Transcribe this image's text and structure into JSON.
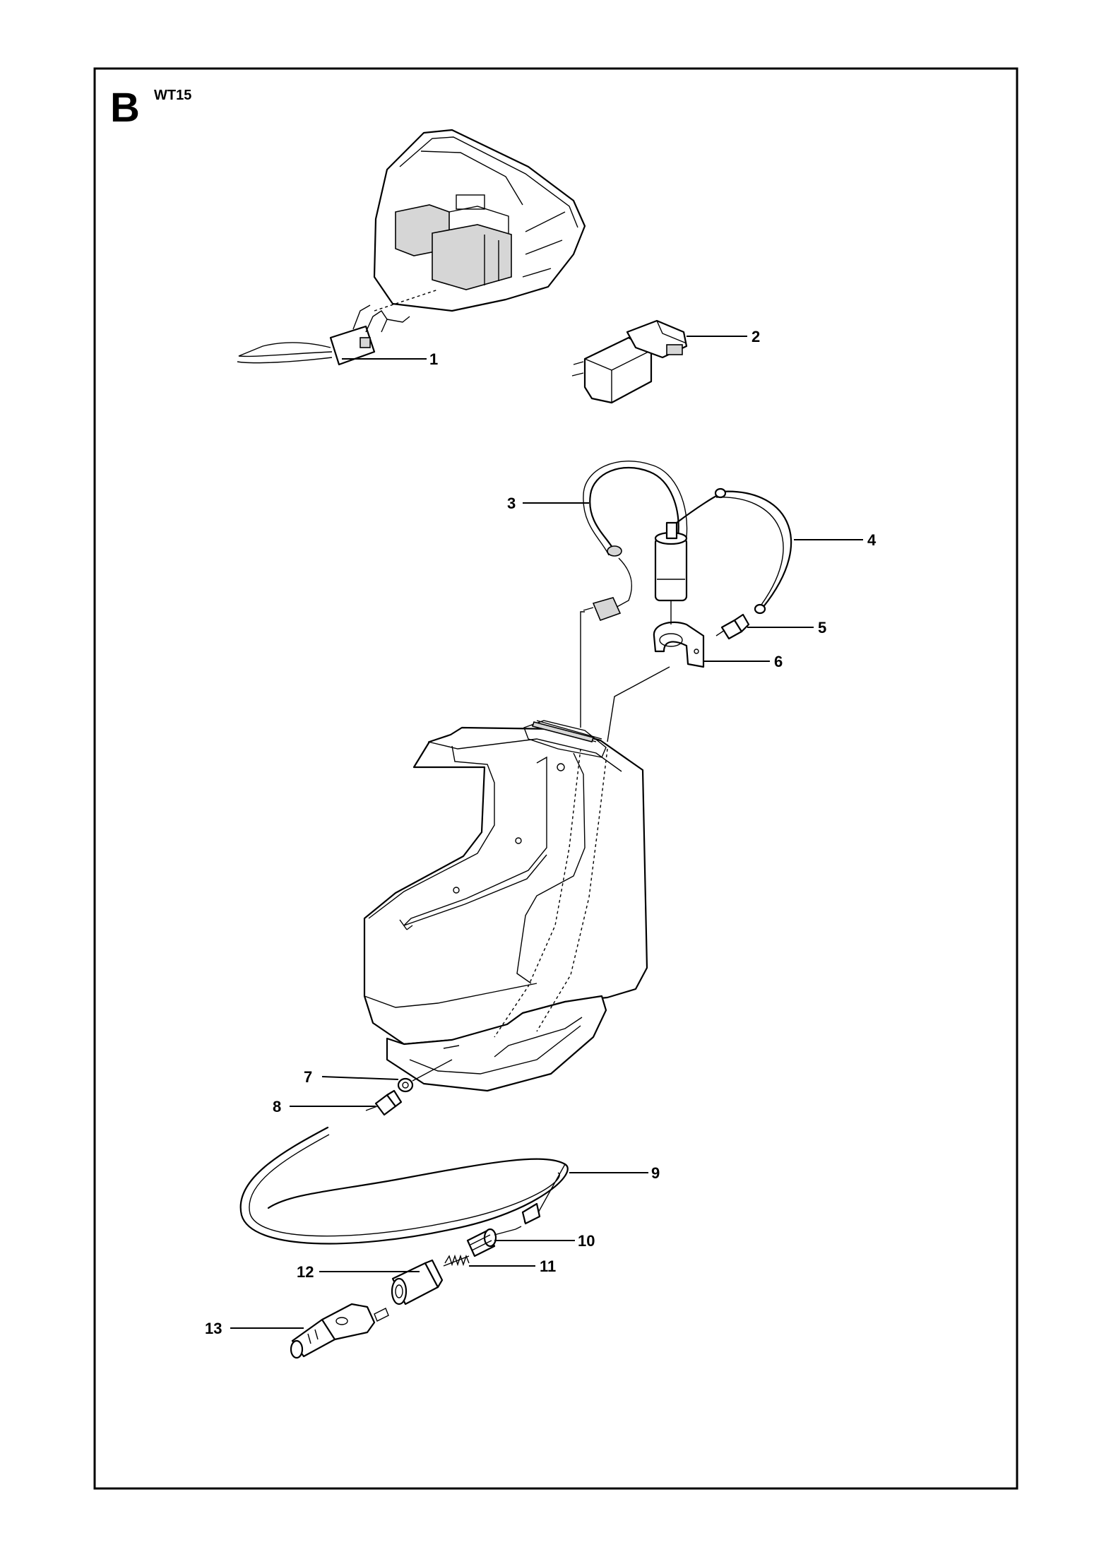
{
  "sheet": {
    "section_letter": "B",
    "model": "WT15"
  },
  "callouts": [
    {
      "id": "1",
      "label": "1"
    },
    {
      "id": "2",
      "label": "2"
    },
    {
      "id": "3",
      "label": "3"
    },
    {
      "id": "4",
      "label": "4"
    },
    {
      "id": "5",
      "label": "5"
    },
    {
      "id": "6",
      "label": "6"
    },
    {
      "id": "7",
      "label": "7"
    },
    {
      "id": "8",
      "label": "8"
    },
    {
      "id": "9",
      "label": "9"
    },
    {
      "id": "10",
      "label": "10"
    },
    {
      "id": "11",
      "label": "11"
    },
    {
      "id": "12",
      "label": "12"
    },
    {
      "id": "13",
      "label": "13"
    }
  ]
}
